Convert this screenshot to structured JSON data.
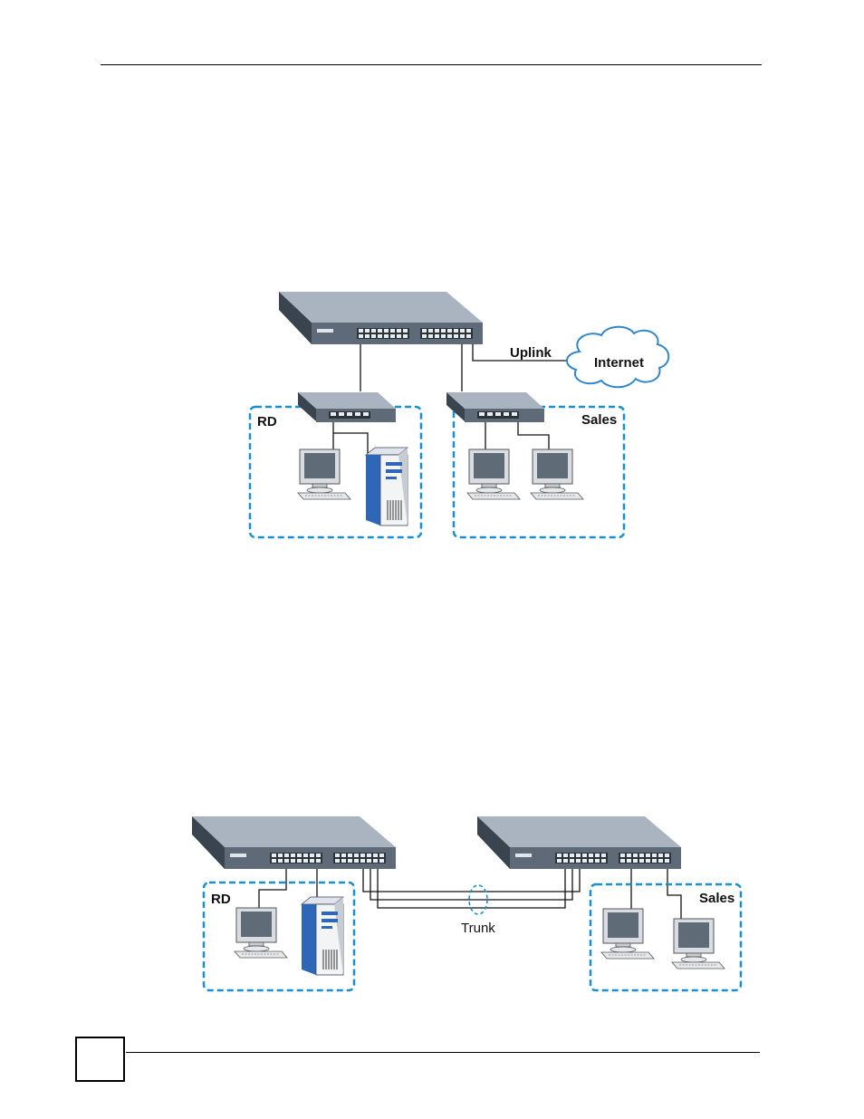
{
  "figure1": {
    "uplink_label": "Uplink",
    "internet_label": "Internet",
    "group_left_label": "RD",
    "group_right_label": "Sales"
  },
  "figure2": {
    "group_left_label": "RD",
    "group_right_label": "Sales",
    "trunk_label": "Trunk"
  },
  "colors": {
    "switch_top": "#a9b3bf",
    "switch_front": "#5c6875",
    "group_border": "#1a8fd0",
    "cloud_fill": "#ffffff",
    "cloud_border": "#2f86c9",
    "tower": "#2f67b8"
  }
}
